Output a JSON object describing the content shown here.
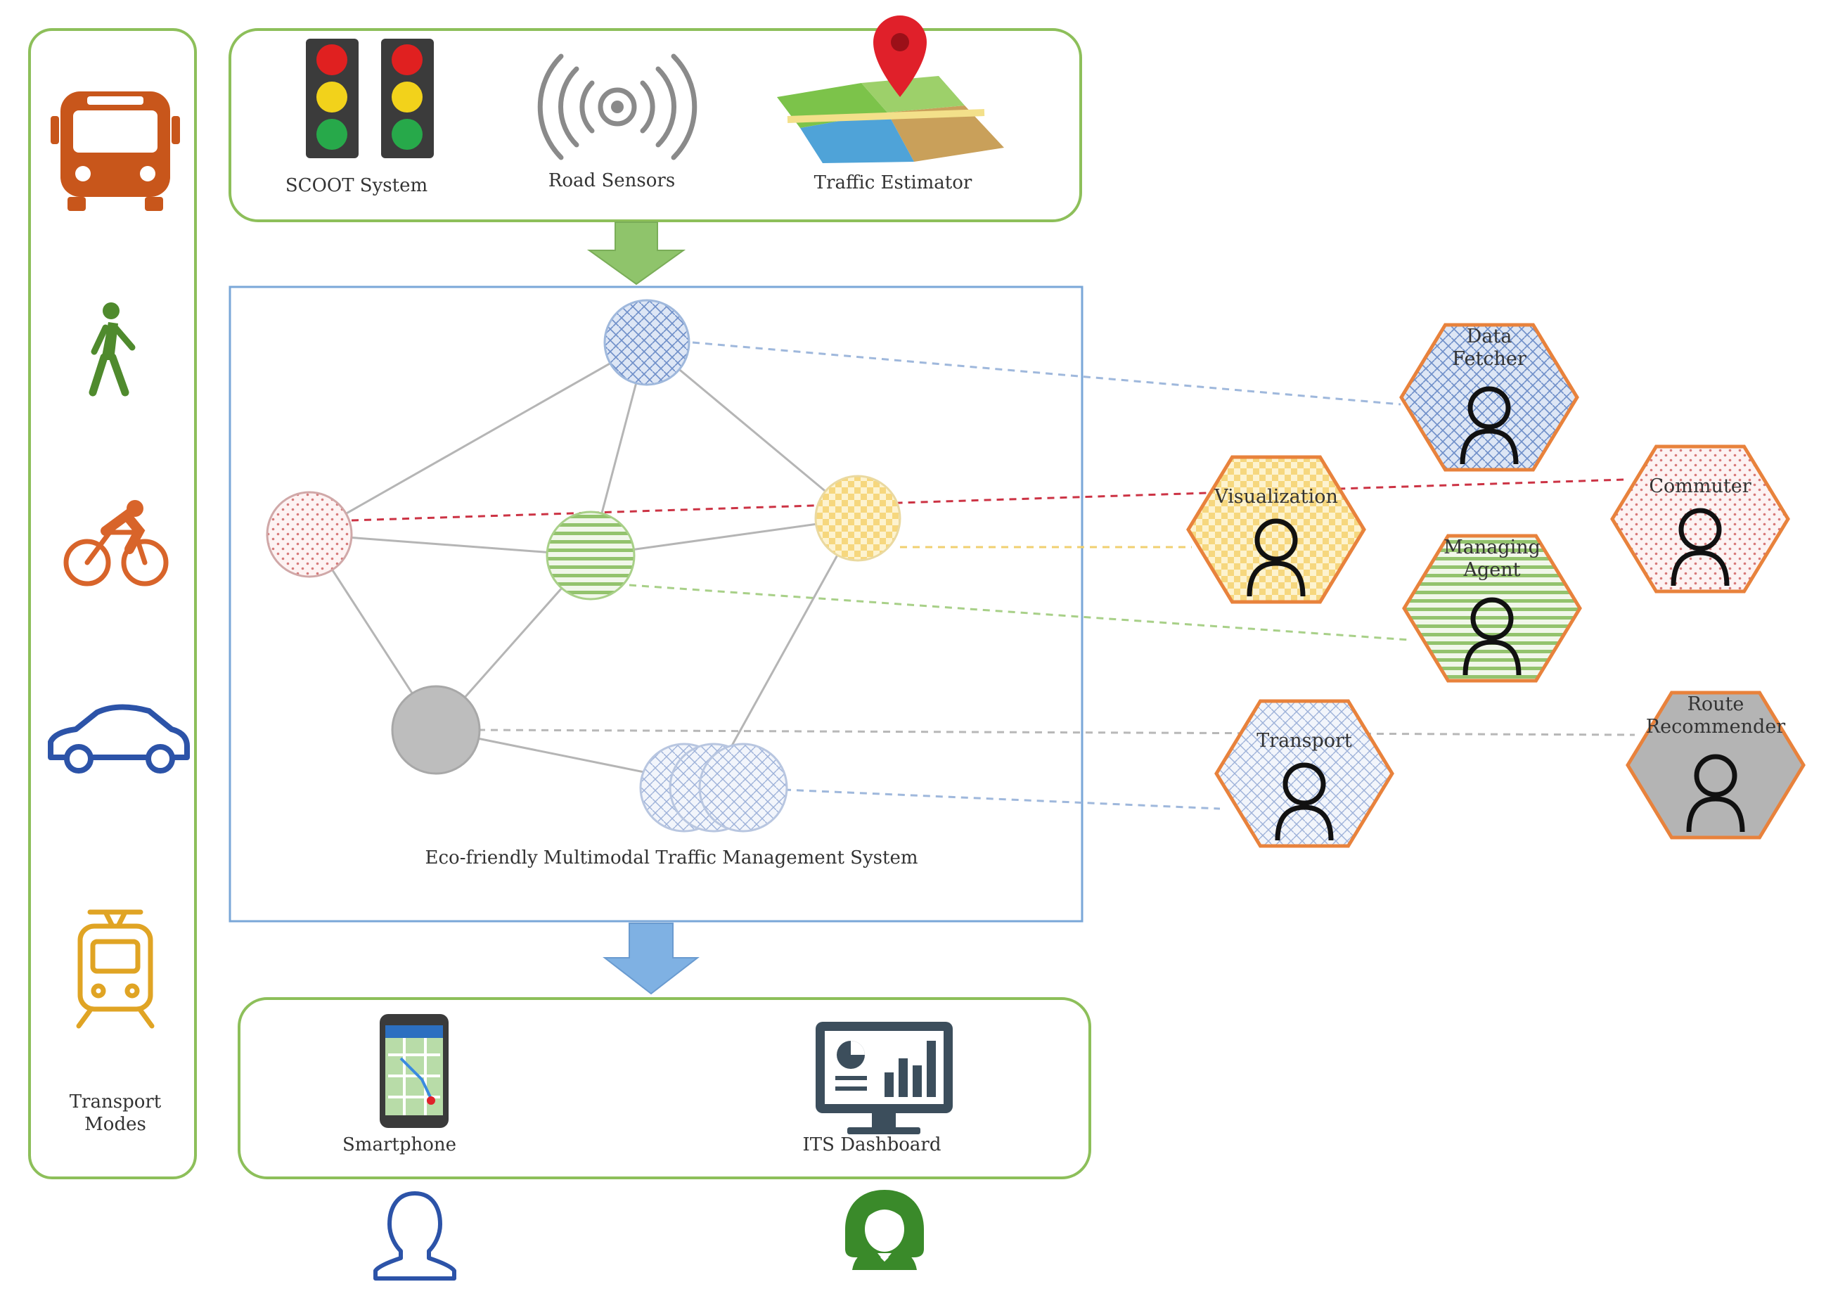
{
  "transport_modes": {
    "label_line1": "Transport",
    "label_line2": "Modes",
    "icons": [
      "bus-icon",
      "pedestrian-icon",
      "bicycle-icon",
      "car-icon",
      "tram-icon"
    ],
    "colors": {
      "bus": "#c8561b",
      "pedestrian": "#4f8a2d",
      "bicycle": "#d8642a",
      "car": "#2c53a8",
      "tram": "#e0a424"
    }
  },
  "inputs": {
    "scoot": "SCOOT System",
    "sensors": "Road Sensors",
    "estimator": "Traffic Estimator",
    "icons": [
      "traffic-light-icon",
      "wireless-sensor-icon",
      "map-pin-icon"
    ]
  },
  "system": {
    "label": "Eco-friendly Multimodal Traffic Management System",
    "nodes": [
      "data-fetcher-node",
      "commuter-node",
      "visualization-node",
      "managing-agent-node",
      "route-recommender-node",
      "transport-node"
    ]
  },
  "agents": {
    "data_fetcher": [
      "Data",
      "Fetcher"
    ],
    "visualization": [
      "Visualization"
    ],
    "commuter": [
      "Commuter"
    ],
    "managing_agent": [
      "Managing",
      "Agent"
    ],
    "transport": [
      "Transport"
    ],
    "route_recommender": [
      "Route",
      "Recommender"
    ],
    "border_color": "#e8823c"
  },
  "outputs": {
    "smartphone": "Smartphone",
    "dashboard": "ITS Dashboard",
    "icons": [
      "smartphone-icon",
      "dashboard-icon"
    ]
  },
  "users": [
    "commuter-user-icon",
    "operator-user-icon"
  ]
}
